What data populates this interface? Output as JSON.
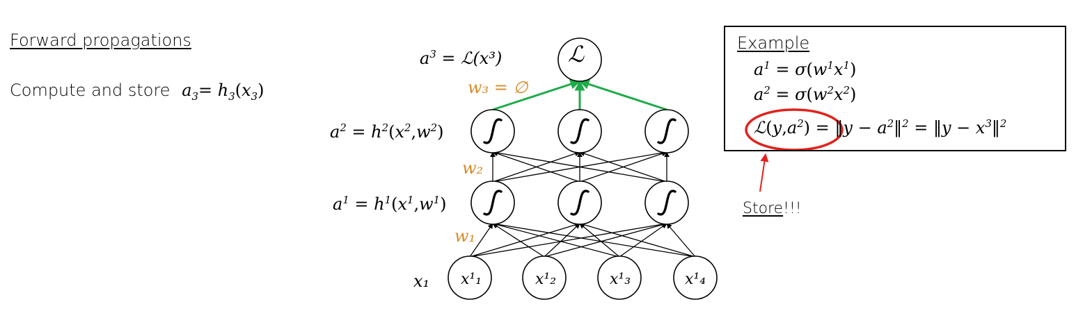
{
  "left": {
    "heading": "Forward propagations",
    "compute_text": "Compute and store"
  },
  "network": {
    "loss_symbol": "ℒ",
    "labels": {
      "a3": "ℒ(x³)",
      "w3": "w₃ = ∅",
      "w2": "w₂",
      "w1": "w₁",
      "x1": "x₁"
    },
    "inputs": [
      "x¹₁",
      "x¹₂",
      "x¹₃",
      "x¹₄"
    ]
  },
  "example": {
    "title": "Example"
  },
  "annotation": {
    "store_label": "Store",
    "store_suffix": "!!!"
  },
  "colors": {
    "orange": "#d88a28",
    "green": "#1fab4a",
    "red": "#e3211c"
  }
}
